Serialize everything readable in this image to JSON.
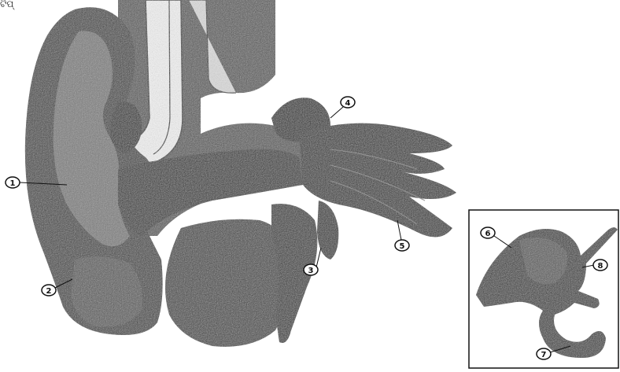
{
  "corner_text": "ଟିପ୍",
  "colors": {
    "ink": "#1a1a1a",
    "mid": "#4a4a4a",
    "light": "#8a8a8a",
    "paper": "#ffffff"
  },
  "labels": [
    "1",
    "2",
    "3",
    "4",
    "5",
    "6",
    "7",
    "8"
  ]
}
